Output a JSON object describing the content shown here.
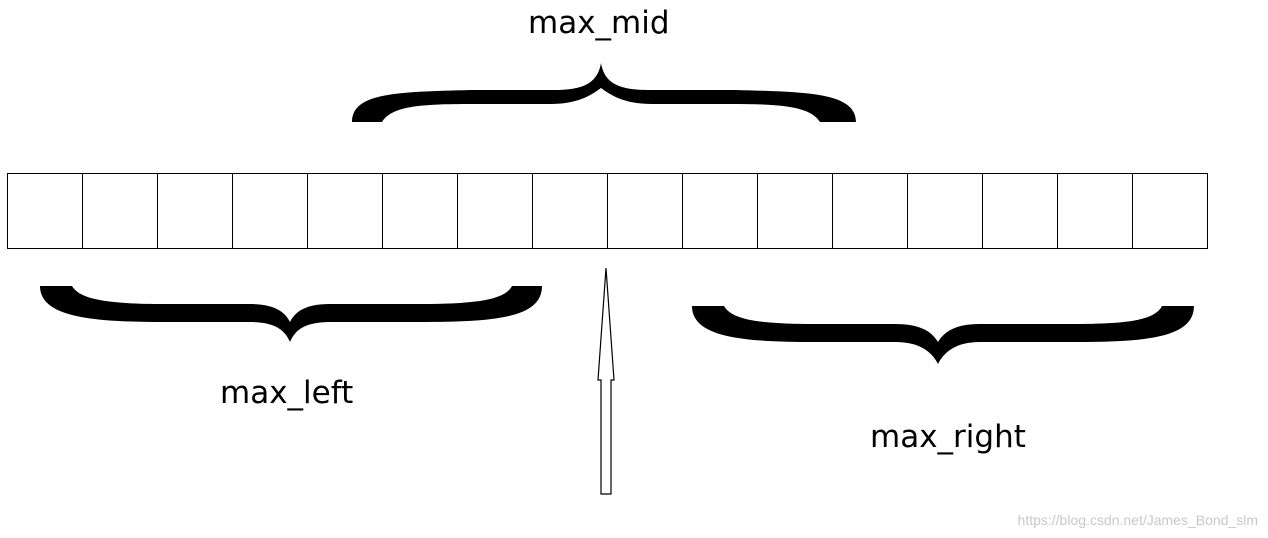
{
  "labels": {
    "max_mid": "max_mid",
    "max_left": "max_left",
    "max_right": "max_right"
  },
  "array": {
    "cell_count": 16
  },
  "watermark": "https://blog.csdn.net/James_Bond_slm",
  "colors": {
    "ink": "#000000",
    "background": "#ffffff",
    "watermark": "#c8c8c8"
  }
}
